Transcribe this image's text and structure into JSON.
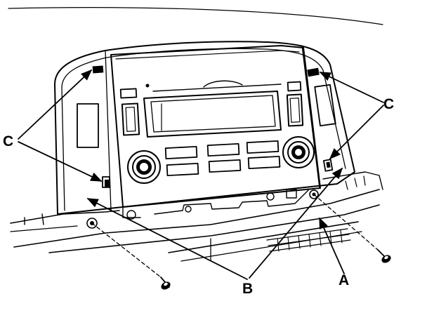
{
  "callouts": {
    "c_left": "C",
    "c_right": "C",
    "b": "B",
    "a": "A"
  }
}
